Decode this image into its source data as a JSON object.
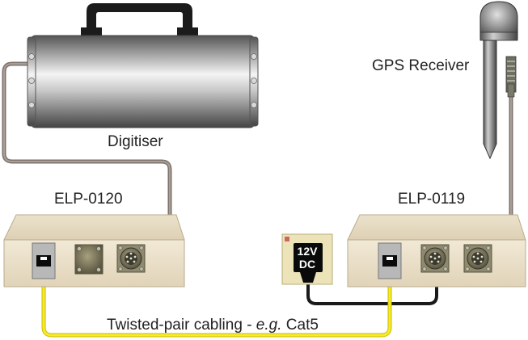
{
  "labels": {
    "digitiser": "Digitiser",
    "gps_receiver": "GPS Receiver",
    "elp_0120": "ELP-0120",
    "elp_0119": "ELP-0119",
    "cabling_prefix": "Twisted-pair cabling - ",
    "cabling_example": "e.g.",
    "cabling_suffix": " Cat5"
  },
  "power_supply": {
    "voltage": "12V",
    "current_type": "DC"
  },
  "colors": {
    "enclosure": "#f0e6d0",
    "cable_grey": "#8a7f78",
    "cable_black": "#1a1a1a",
    "cable_yellow": "#f3e51d"
  }
}
